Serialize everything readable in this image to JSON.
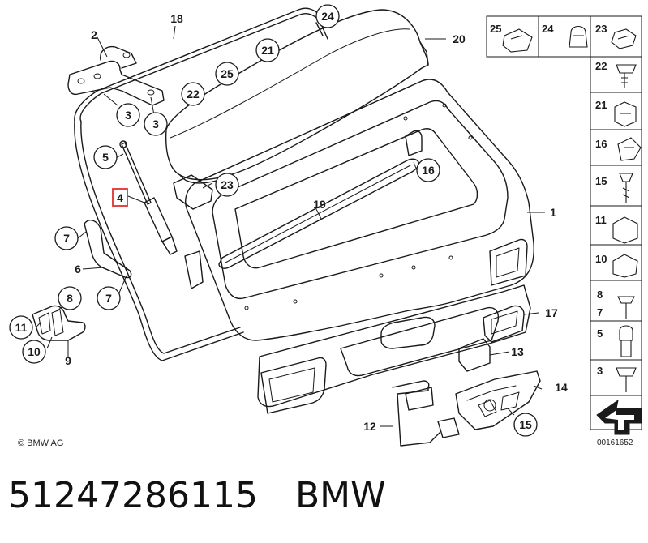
{
  "diagram": {
    "copyright": "© BMW AG",
    "reference_code": "00161652",
    "highlighted_part": "4",
    "callouts": {
      "p1": "1",
      "p2": "2",
      "p3a": "3",
      "p3b": "3",
      "p4": "4",
      "p5": "5",
      "p6": "6",
      "p7a": "7",
      "p7b": "7",
      "p8": "8",
      "p9": "9",
      "p10": "10",
      "p11": "11",
      "p12": "12",
      "p13": "13",
      "p14": "14",
      "p15": "15",
      "p16": "16",
      "p17": "17",
      "p18": "18",
      "p19": "19",
      "p20": "20",
      "p21": "21",
      "p22": "22",
      "p23": "23",
      "p24": "24",
      "p25": "25"
    },
    "legend": {
      "l25": "25",
      "l24": "24",
      "l23": "23",
      "l22": "22",
      "l21": "21",
      "l16": "16",
      "l15": "15",
      "l11": "11",
      "l10": "10",
      "l8": "8",
      "l7": "7",
      "l5": "5",
      "l3": "3"
    }
  },
  "footer": {
    "part_number": "51247286115",
    "brand": "BMW"
  }
}
